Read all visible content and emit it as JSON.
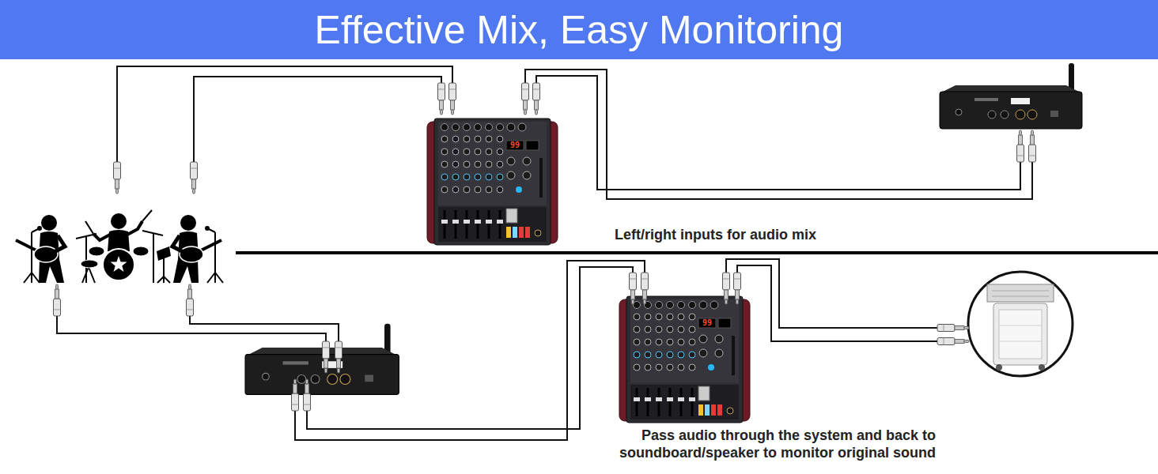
{
  "diagram": {
    "title": "Effective Mix, Easy Monitoring",
    "labels": [
      "99",
      "Left/right inputs for audio mix",
      "99",
      "Pass audio through the system and back to soundboard/speaker to monitor original sound"
    ]
  }
}
